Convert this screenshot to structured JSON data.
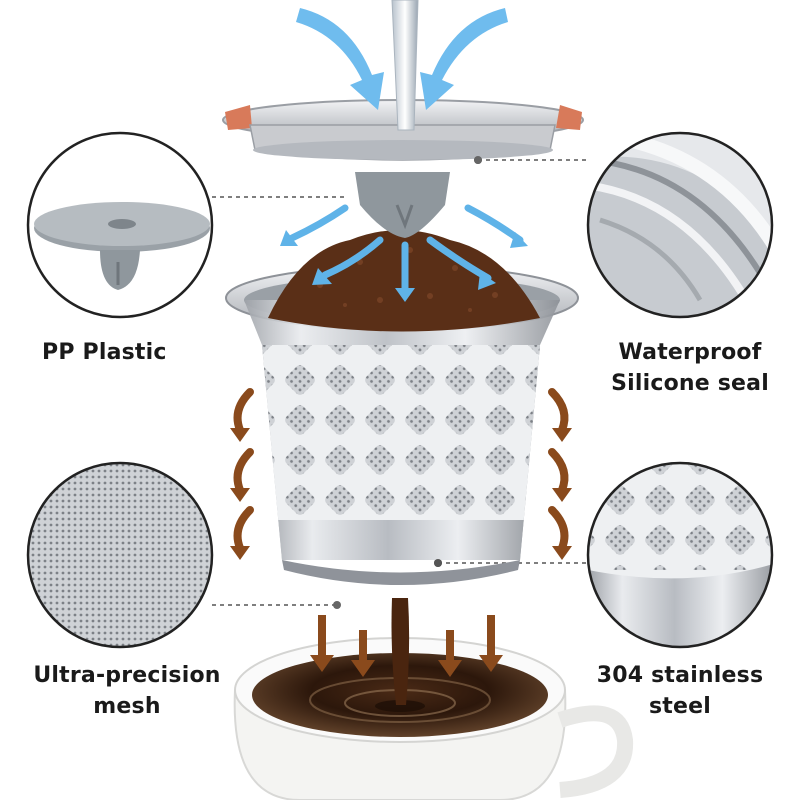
{
  "callouts": {
    "pp_plastic": {
      "line1": "PP Plastic"
    },
    "silicone_seal": {
      "line1": "Waterproof",
      "line2": "Silicone seal"
    },
    "mesh": {
      "line1": "Ultra-precision",
      "line2": "mesh"
    },
    "steel": {
      "line1": "304 stainless",
      "line2": "steel"
    }
  },
  "icons": {
    "water_flow": "blue-arrow-icon",
    "drip_flow": "brown-arrow-icon"
  },
  "colors": {
    "water_arrow": "#5fb3e8",
    "coffee_arrow": "#8a4a1c",
    "coffee_grounds": "#5a2f17",
    "steel": "#c9cbcf",
    "plastic": "#8f979d",
    "seal": "#d87a5a"
  }
}
